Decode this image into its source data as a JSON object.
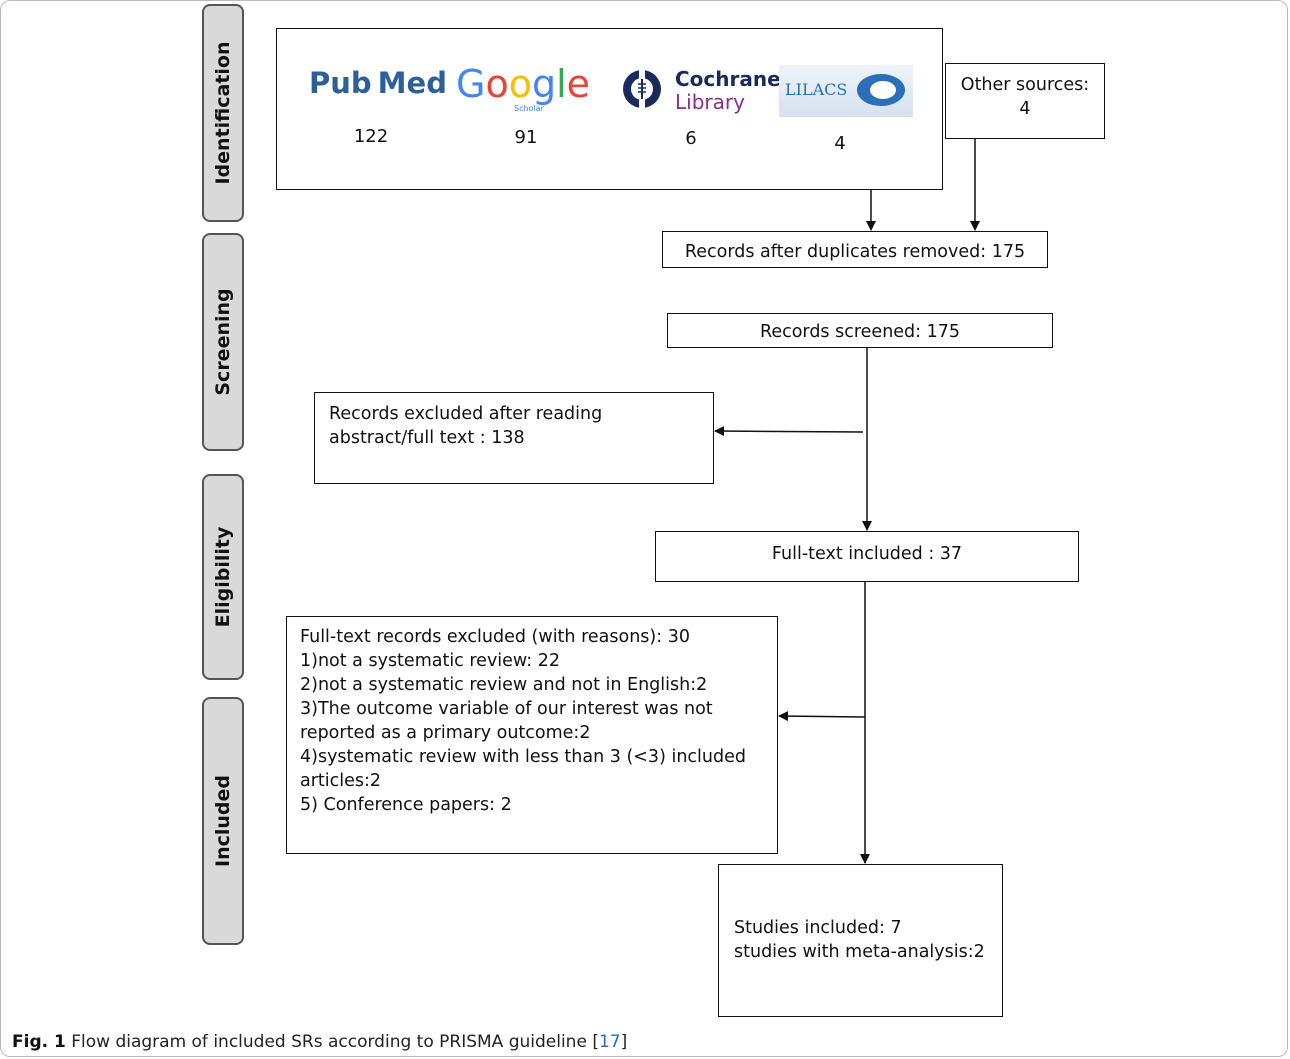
{
  "phases": [
    "Identification",
    "Screening",
    "Eligibility",
    "Included"
  ],
  "databases": [
    {
      "name": "PubMed",
      "count": "122"
    },
    {
      "name": "Google Scholar",
      "count": "91"
    },
    {
      "name": "Cochrane Library",
      "count": "6"
    },
    {
      "name": "LILACS",
      "count": "4"
    }
  ],
  "logos": {
    "pubmed_1": "Pub",
    "pubmed_2": "Med",
    "google": [
      "G",
      "o",
      "o",
      "g",
      "l",
      "e"
    ],
    "google_sub": "Scholar",
    "cochrane_1": "Cochrane",
    "cochrane_2": "Library",
    "lilacs": "LILACS"
  },
  "other_sources": {
    "label": "Other sources:",
    "count": "4"
  },
  "records_after_duplicates": "Records after duplicates removed: 175",
  "records_screened": "Records screened: 175",
  "excluded_abstract": [
    "Records excluded after reading",
    "abstract/full text : 138"
  ],
  "fulltext_included": "Full-text included : 37",
  "fulltext_excluded": [
    "Full-text records  excluded (with reasons): 30",
    "1)not a systematic review:  22",
    "2)not a systematic review and not in English:2",
    "3)The outcome variable of our interest was not",
    "reported as a primary outcome:2",
    "4)systematic review with less than 3 (<3) included",
    "articles:2",
    "5) Conference papers: 2"
  ],
  "studies_included": [
    "Studies included: 7",
    "studies with meta-analysis:2"
  ],
  "caption": {
    "label": "Fig. 1",
    "text": " Flow diagram of included SRs according to PRISMA guideline [",
    "ref": "17",
    "end": "]"
  },
  "colors": {
    "pubmed_blue": "#2d5f9a",
    "google": [
      "#4285f4",
      "#ea4335",
      "#fbbc05",
      "#4285f4",
      "#34a853",
      "#ea4335"
    ],
    "cochrane_navy": "#1b2a5c",
    "cochrane_purple": "#8e2e8a",
    "lilacs_blue": "#2a6fb7",
    "phase_fill": "#d9d9d9"
  }
}
